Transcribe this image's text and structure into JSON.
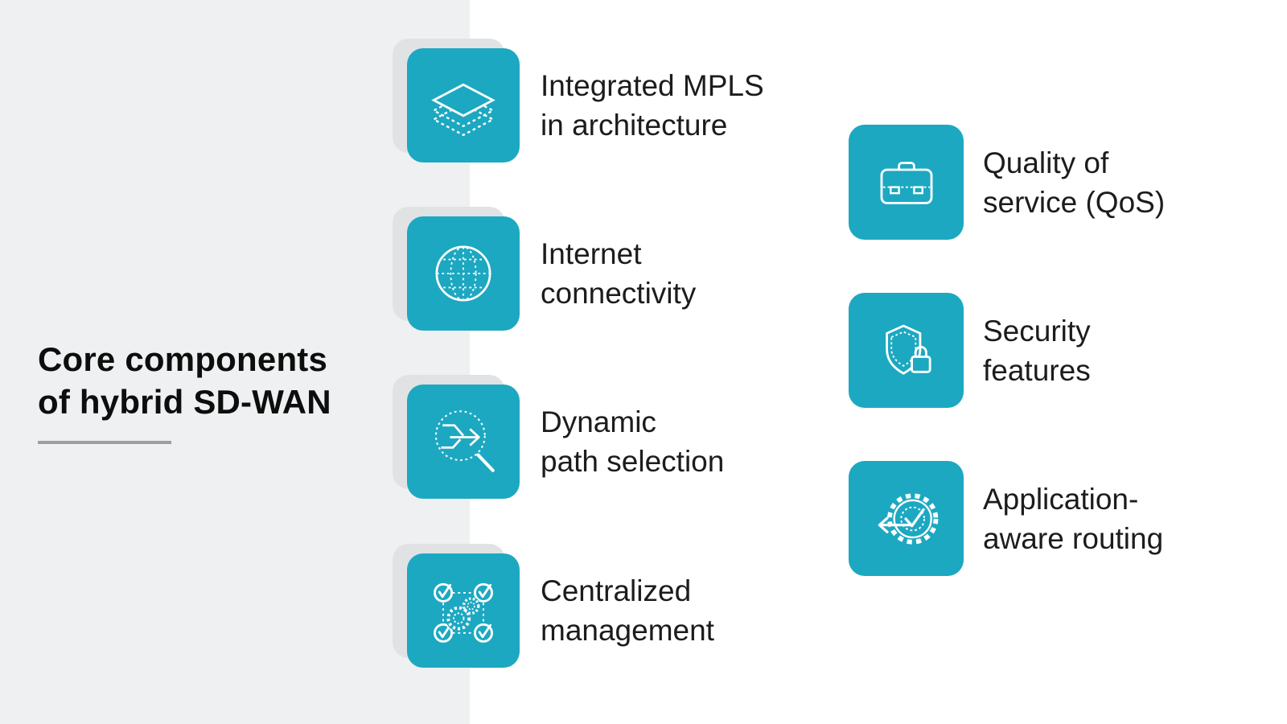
{
  "page": {
    "background": "#ffffff",
    "panel_background": "#eef0f1",
    "accent_teal": "#1ca8c1",
    "tile_shadow_color": "#e0e2e4",
    "text_color": "#1c1c1e",
    "underline_color": "#9aa0a4"
  },
  "title": {
    "line1": "Core components",
    "line2": "of hybrid SD-WAN"
  },
  "items_left": [
    {
      "icon": "layers-icon",
      "line1": "Integrated MPLS",
      "line2": "in architecture"
    },
    {
      "icon": "globe-icon",
      "line1": "Internet",
      "line2": "connectivity"
    },
    {
      "icon": "path-selection-icon",
      "line1": "Dynamic",
      "line2": "path selection"
    },
    {
      "icon": "centralized-management-icon",
      "line1": "Centralized",
      "line2": "management"
    }
  ],
  "items_right": [
    {
      "icon": "briefcase-icon",
      "line1": "Quality of",
      "line2": "service (QoS)"
    },
    {
      "icon": "shield-lock-icon",
      "line1": "Security",
      "line2": "features"
    },
    {
      "icon": "gear-check-arrow-icon",
      "line1": "Application-",
      "line2": "aware routing"
    }
  ]
}
